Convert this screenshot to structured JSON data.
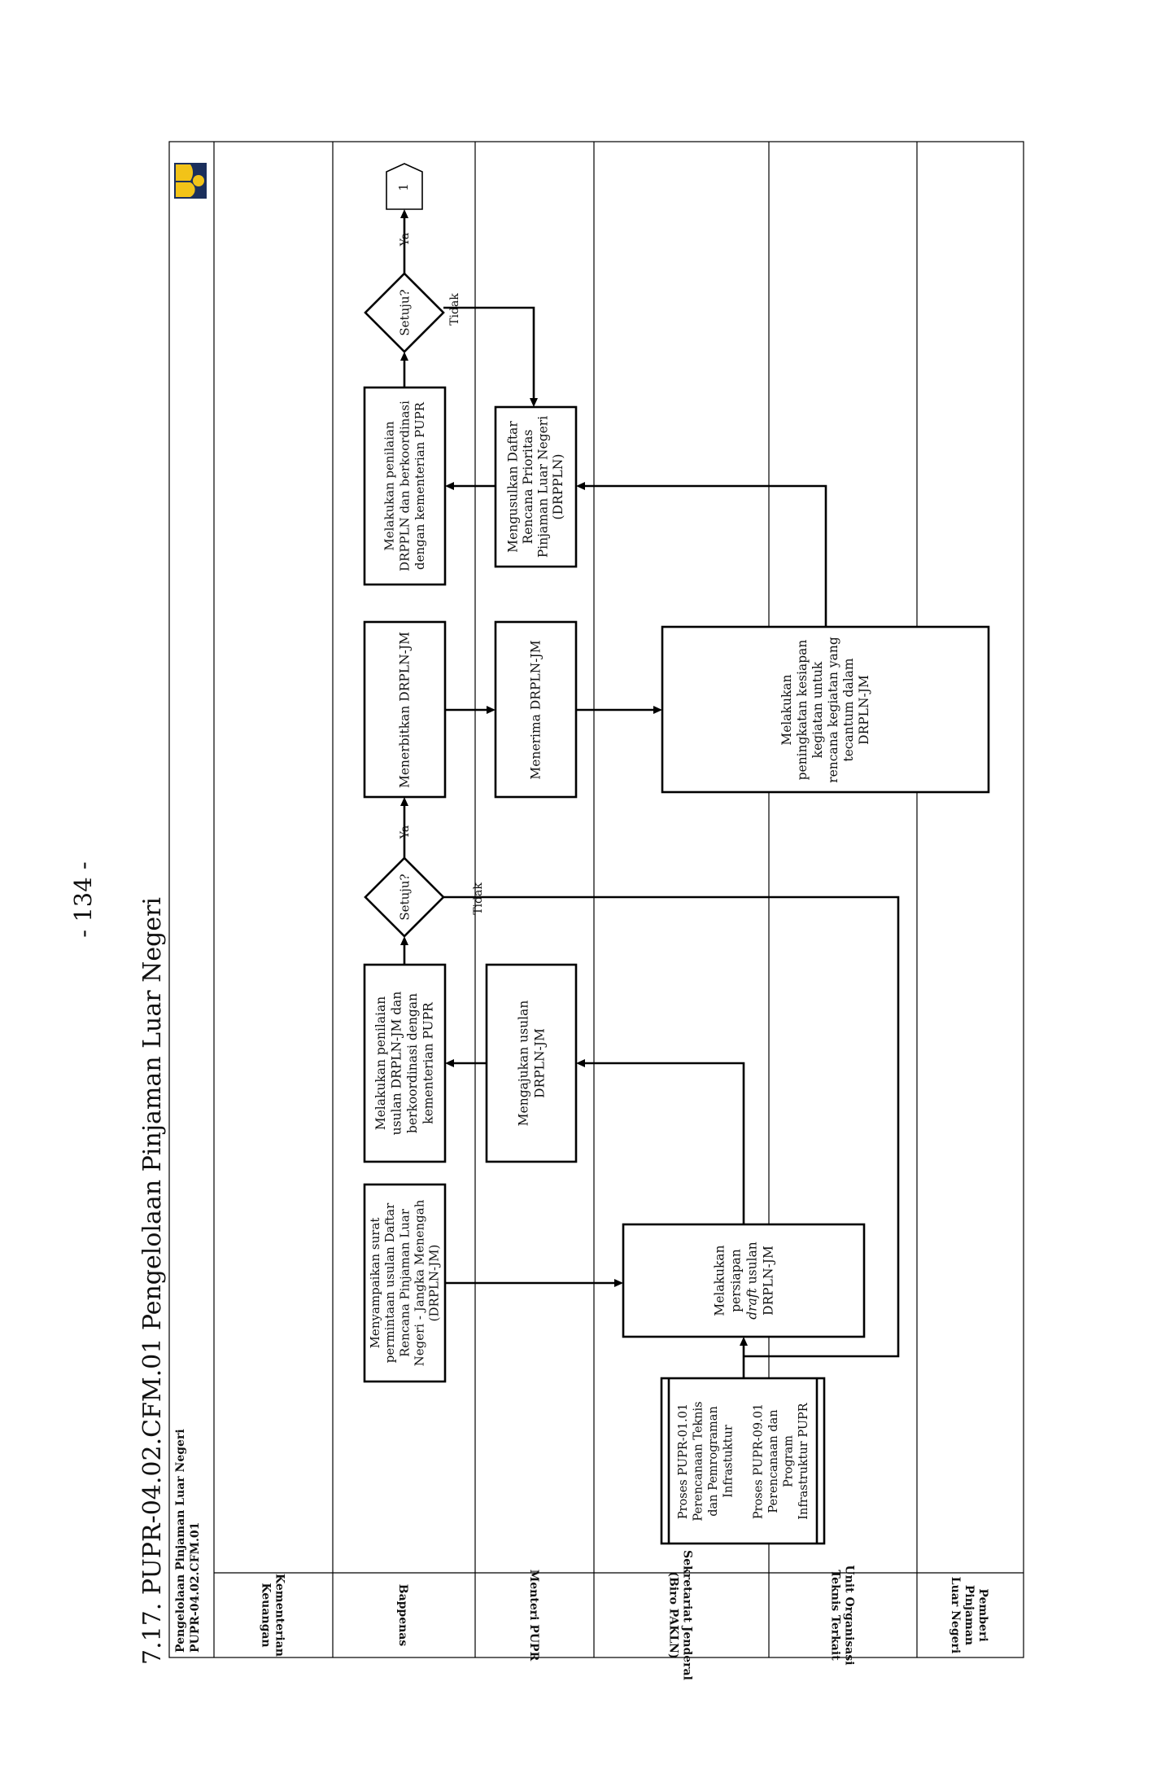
{
  "page_number": "- 134 -",
  "section_title": "7.17.  PUPR-04.02.CFM.01 Pengelolaan Pinjaman Luar Negeri",
  "header": {
    "process_name": "Pengelolaan Pinjaman Luar Negeri",
    "process_code": "PUPR-04.02.CFM.01"
  },
  "lanes": [
    [
      "Kementerian",
      "Keuangan"
    ],
    [
      "Bappenas"
    ],
    [
      "Menteri PUPR"
    ],
    [
      "Sekretariat Jenderal",
      "(Biro PAKLN)"
    ],
    [
      "Unit Organisasi",
      "Teknis Terkait"
    ],
    [
      "Pemberi",
      "Pinjaman",
      "Luar Negeri"
    ]
  ],
  "nodes": {
    "start_ref": [
      "Proses PUPR-01.01",
      "Perencanaan Teknis",
      "dan Pemrograman",
      "Infrastuktur",
      "",
      "Proses PUPR-09.01",
      "Perencanaan dan",
      "Program",
      "Infrastruktur PUPR"
    ],
    "menyampaikan": [
      "Menyampaikan surat",
      "permintaan usulan Daftar",
      "Rencana Pinjaman Luar",
      "Negeri - Jangka Menengah",
      "(DRPLN-JM)"
    ],
    "persiapan": [
      "Melakukan",
      "persiapan",
      "draft usulan",
      "DRPLN-JM"
    ],
    "mengajukan": [
      "Mengajukan usulan",
      "DRPLN-JM"
    ],
    "penilaian1": [
      "Melakukan penilaian",
      "usulan DRPLN-JM dan",
      "berkoordinasi dengan",
      "kementerian PUPR"
    ],
    "decision1": "Setuju?",
    "menerbitkan": [
      "Menerbitkan DRPLN-JM"
    ],
    "menerima": [
      "Menerima DRPLN-JM"
    ],
    "peningkatan": [
      "Melakukan",
      "peningkatan kesiapan",
      "kegiatan untuk",
      "rencana kegiatan yang",
      "tecantum dalam",
      "DRPLN-JM"
    ],
    "mengusulkan": [
      "Mengusulkan Daftar",
      "Rencana Prioritas",
      "Pinjaman Luar Negeri",
      "(DRPPLN)"
    ],
    "penilaian2": [
      "Melakukan penilaian",
      "DRPPLN dan berkoordinasi",
      "dengan kementerian PUPR"
    ],
    "decision2": "Setuju?",
    "offpage": "1"
  },
  "labels": {
    "ya": "Ya",
    "tidak": "Tidak"
  },
  "colors": {
    "logo_yellow": "#f2c318",
    "logo_dark": "#1b2f5c",
    "line": "#000000"
  }
}
